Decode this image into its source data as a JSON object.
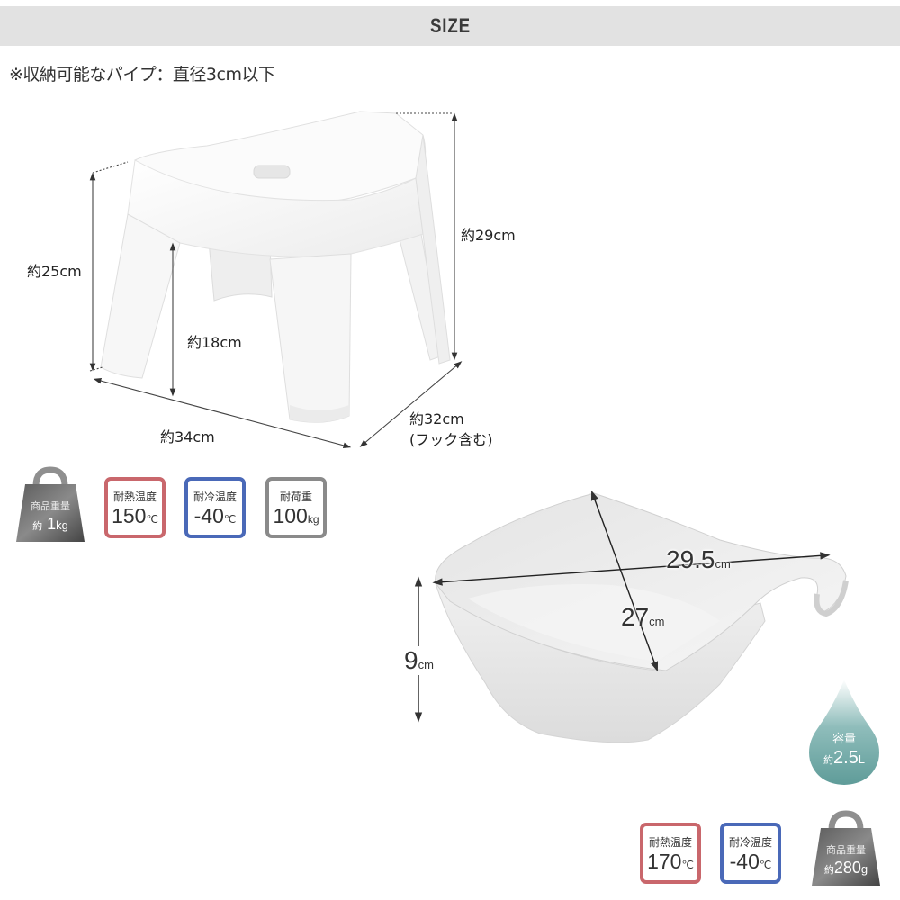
{
  "header": {
    "title": "SIZE"
  },
  "note": "※収納可能なパイプ：直径3cm以下",
  "stool": {
    "dimensions": {
      "seat_height_back": "約25cm",
      "total_height": "約29cm",
      "inner_height": "約18cm",
      "width": "約34cm",
      "depth": "約32cm",
      "depth_note": "(フック含む)"
    },
    "weight": {
      "label": "商品重量",
      "prefix": "約",
      "value": "1",
      "unit": "kg"
    },
    "specs": [
      {
        "label": "耐熱温度",
        "value": "150",
        "unit": "℃",
        "color": "#c9676c"
      },
      {
        "label": "耐冷温度",
        "value": "-40",
        "unit": "℃",
        "color": "#4a69b8"
      },
      {
        "label": "耐荷重",
        "value": "100",
        "unit": "kg",
        "color": "#8a8a8a"
      }
    ]
  },
  "basin": {
    "dimensions": {
      "length": {
        "value": "29.5",
        "unit": "cm"
      },
      "width": {
        "value": "27",
        "unit": "cm"
      },
      "height": {
        "value": "9",
        "unit": "cm"
      }
    },
    "capacity": {
      "label": "容量",
      "prefix": "約",
      "value": "2.5",
      "unit": "L",
      "color": "#6fa8a6"
    },
    "weight": {
      "label": "商品重量",
      "prefix": "約",
      "value": "280",
      "unit": "g"
    },
    "specs": [
      {
        "label": "耐熱温度",
        "value": "170",
        "unit": "℃",
        "color": "#c9676c"
      },
      {
        "label": "耐冷温度",
        "value": "-40",
        "unit": "℃",
        "color": "#4a69b8"
      }
    ]
  }
}
